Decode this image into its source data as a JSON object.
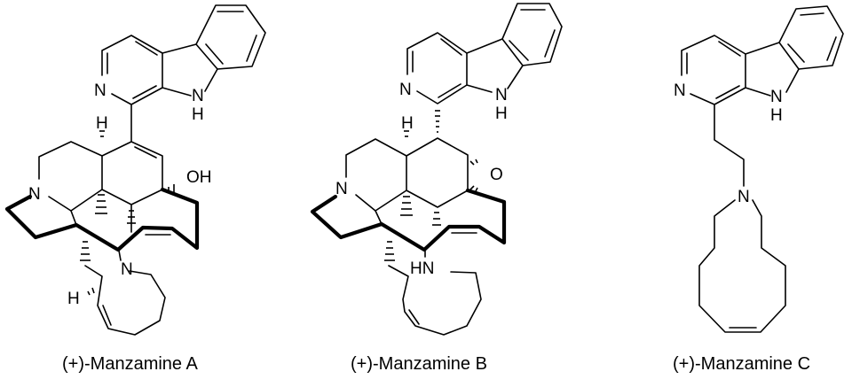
{
  "figure": {
    "compounds": [
      {
        "name": "(+)-Manzamine A",
        "atom_labels": {
          "pyridine_n": "N",
          "indole_nh_n": "N",
          "indole_nh_h": "H",
          "ring_h": "H",
          "hydroxyl": "OH",
          "tertiary_n": "N",
          "azocine_n": "N",
          "stereo_h": "H"
        }
      },
      {
        "name": "(+)-Manzamine B",
        "atom_labels": {
          "pyridine_n": "N",
          "indole_nh_n": "N",
          "indole_nh_h": "H",
          "ring_h": "H",
          "epoxide_o": "O",
          "tertiary_n": "N",
          "amine_hn": "HN"
        }
      },
      {
        "name": "(+)-Manzamine C",
        "atom_labels": {
          "pyridine_n": "N",
          "indole_nh_n": "N",
          "indole_nh_h": "H",
          "azacycle_n": "N"
        }
      }
    ]
  }
}
